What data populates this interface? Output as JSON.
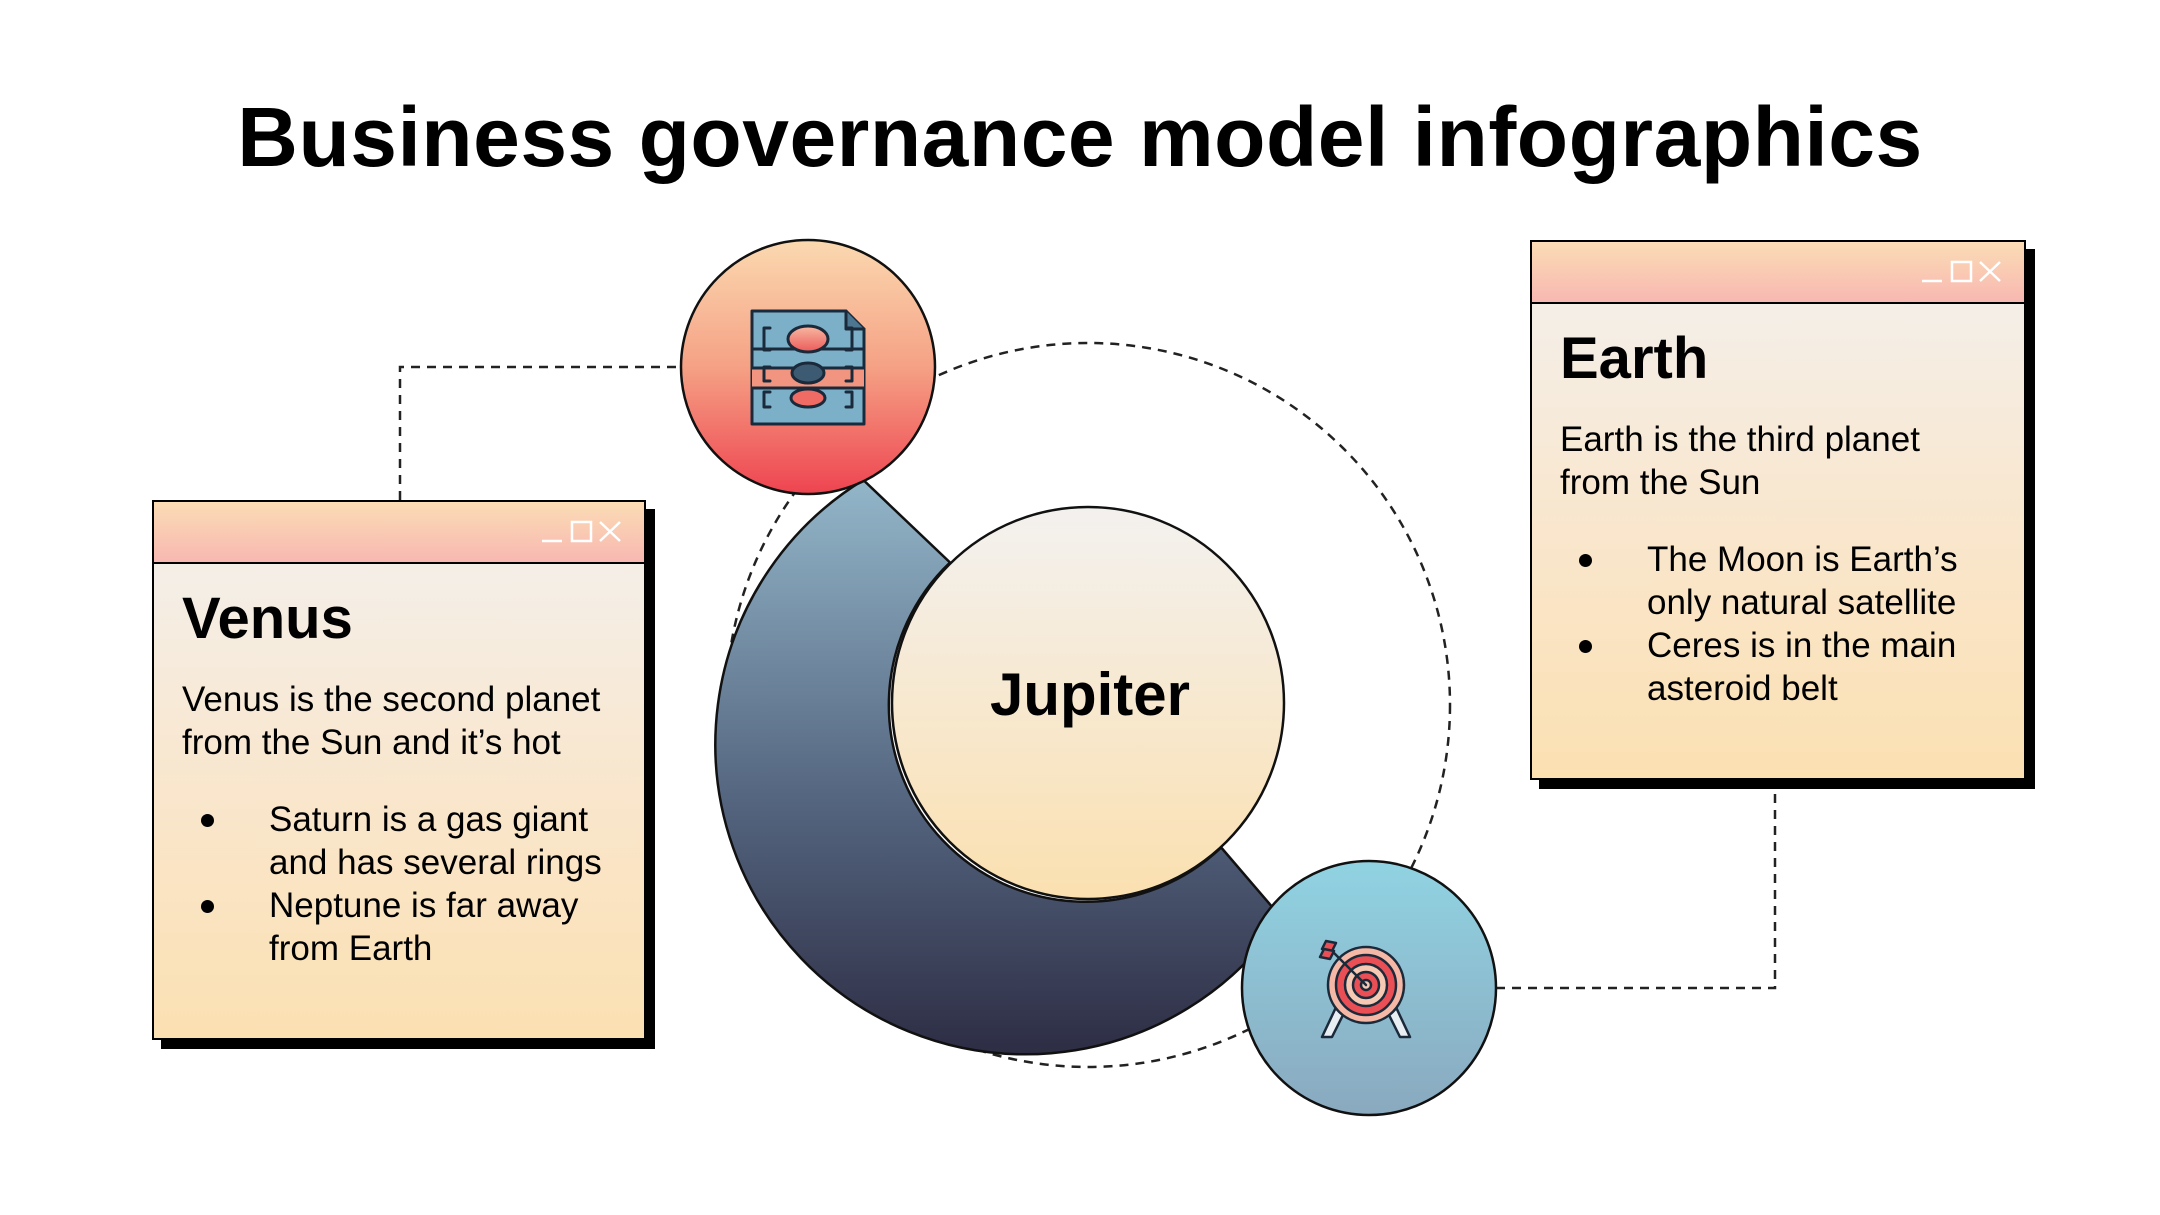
{
  "title": "Business governance model infographics",
  "center": {
    "label": "Jupiter"
  },
  "top_icon": {
    "icon": "database-server-icon"
  },
  "bottom_icon": {
    "icon": "target-arrow-icon"
  },
  "cards": [
    {
      "heading": "Venus",
      "description_line1": "Venus is the second planet",
      "description_line2": "from the Sun and it’s hot",
      "bullets": [
        {
          "line1": "Saturn is a gas giant",
          "line2": "and has several rings"
        },
        {
          "line1": "Neptune is far away",
          "line2": "from Earth"
        }
      ]
    },
    {
      "heading": "Earth",
      "description_line1": "Earth is the third planet",
      "description_line2": "from the Sun",
      "bullets": [
        {
          "line1": "The Moon is Earth’s",
          "line2": "only natural satellite"
        },
        {
          "line1": "Ceres is in the main",
          "line2": "asteroid belt"
        }
      ]
    }
  ],
  "colors": {
    "window_bar": "#f8b8b2",
    "window_body": "#fbe0b2",
    "arc_top": "#8fb0c4",
    "arc_bottom": "#2f3046",
    "top_circle_bottom": "#ef4a55",
    "bottom_circle_top": "#8dd0e0"
  }
}
